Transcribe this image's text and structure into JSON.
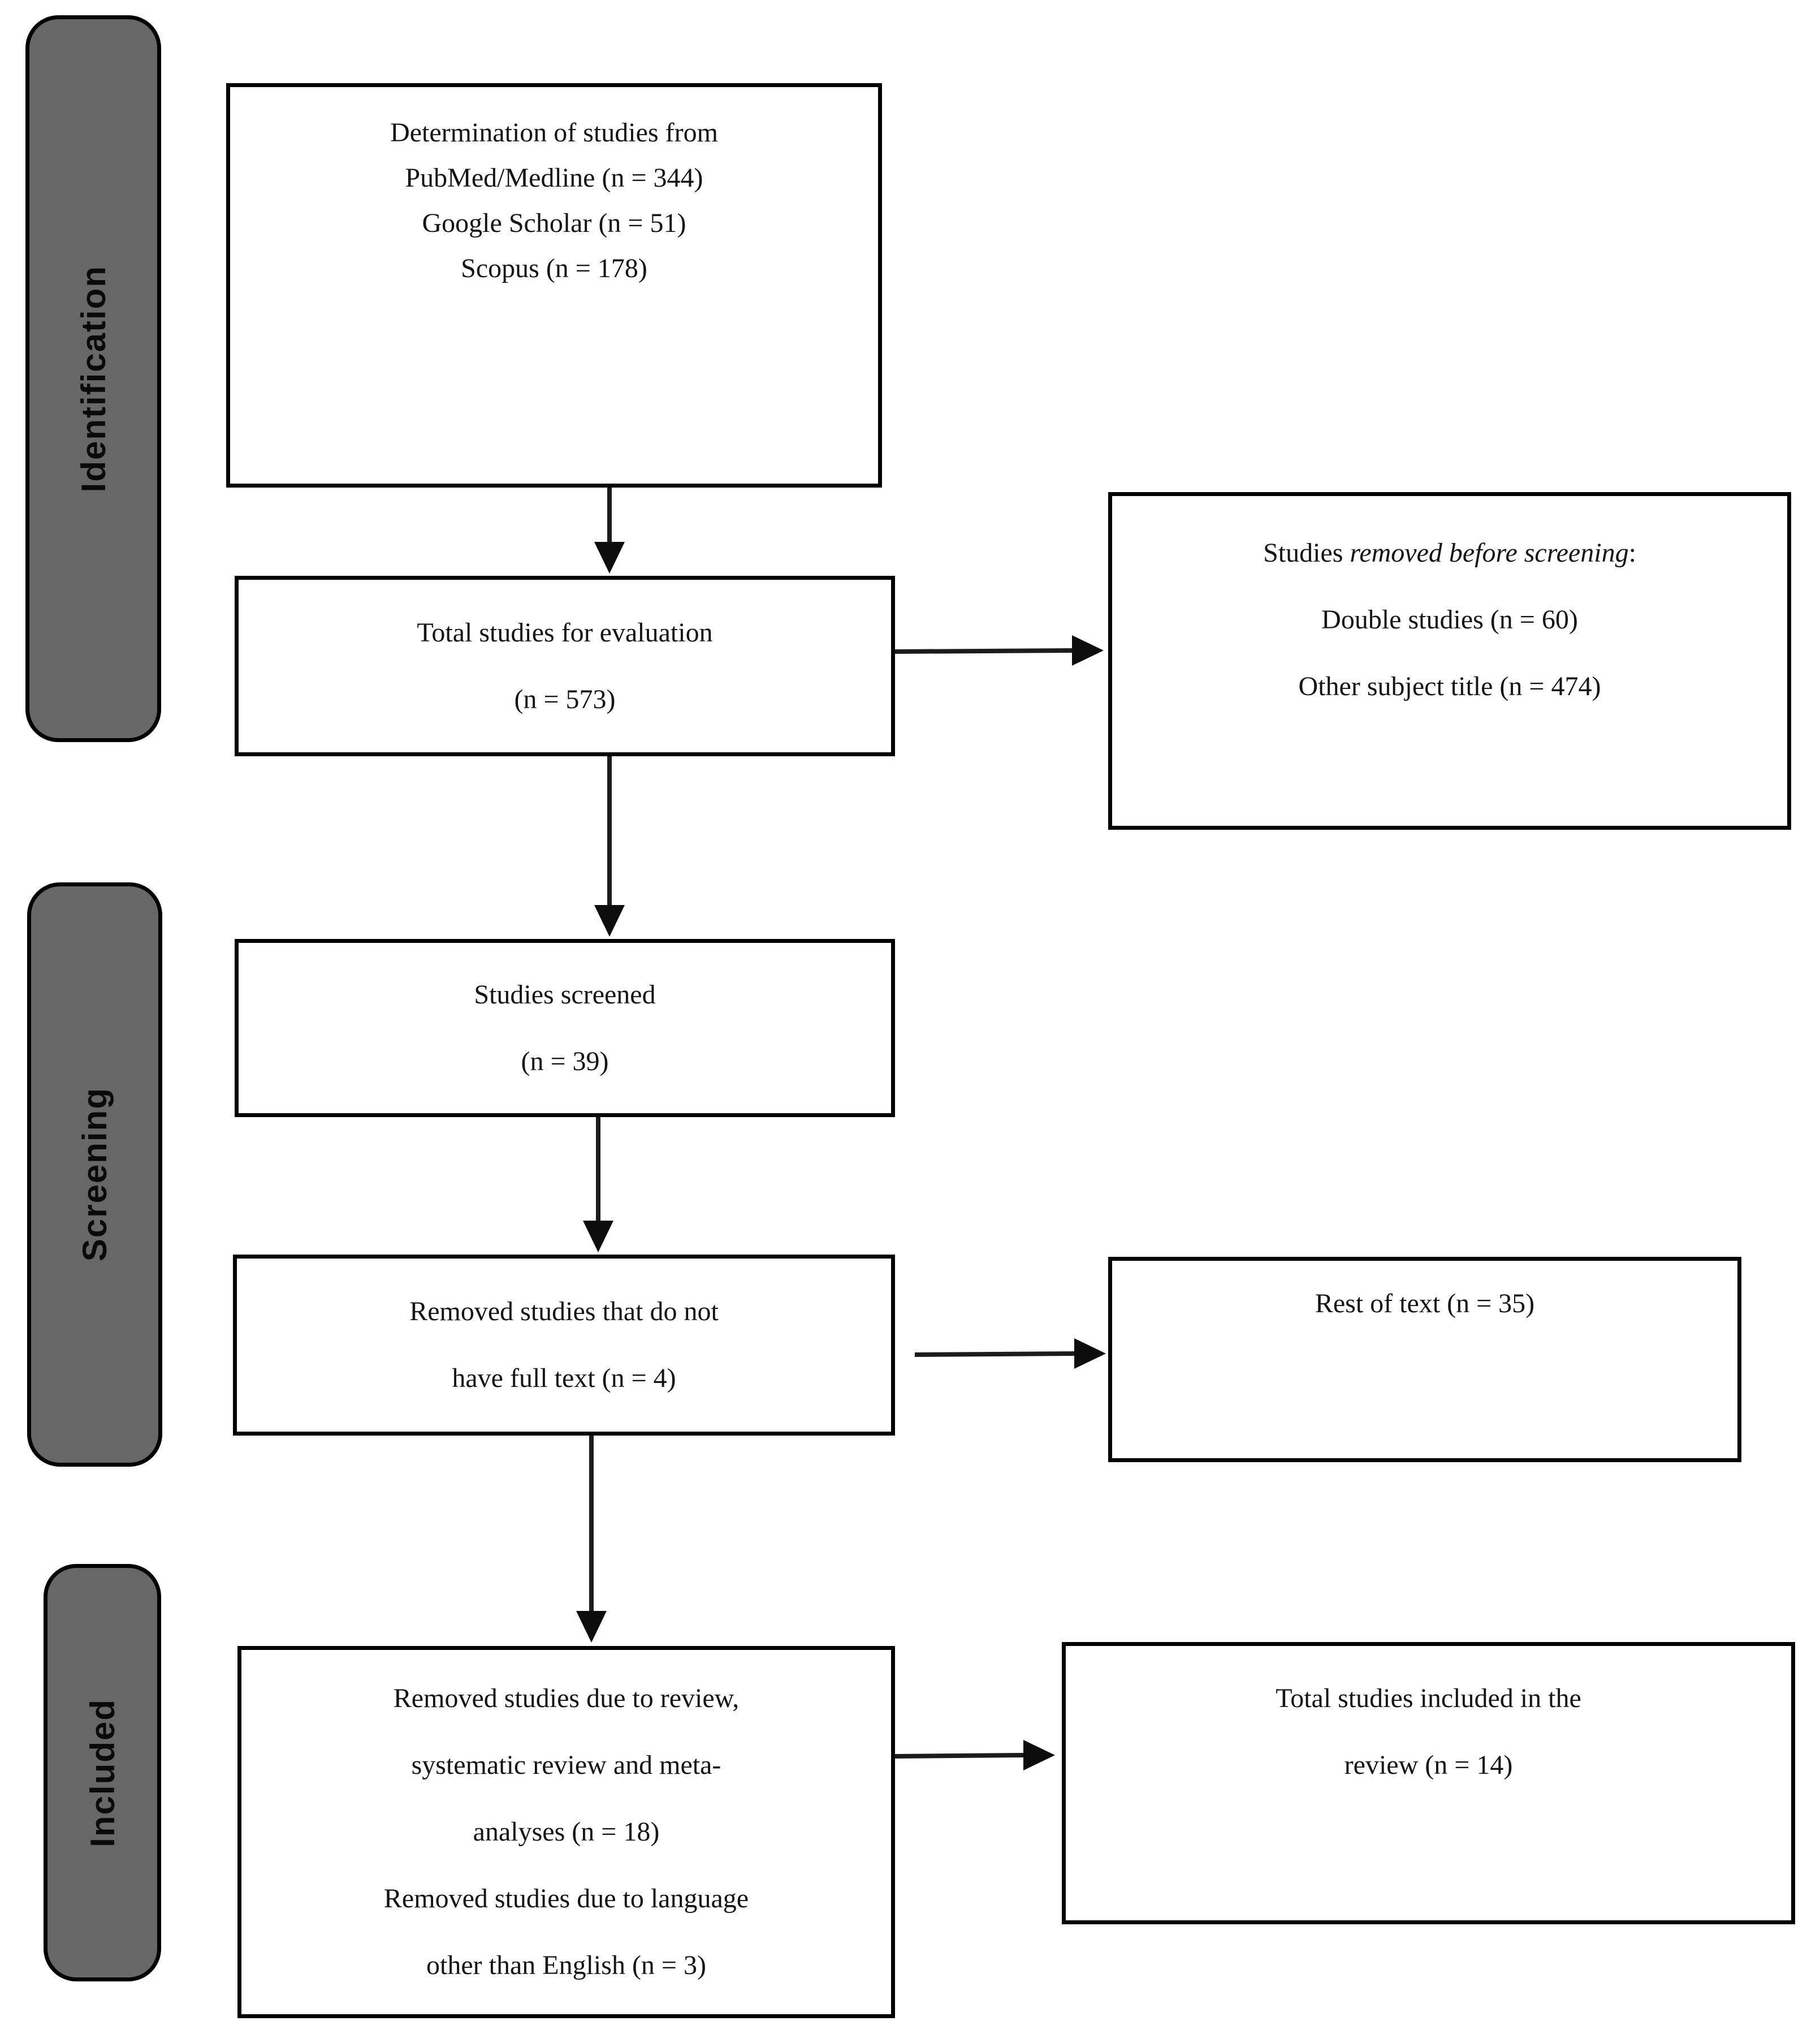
{
  "figure": {
    "title": "PRISMA-style study selection flow diagram"
  },
  "palette": {
    "background": "#ffffff",
    "box_fill": "#ffffff",
    "box_border": "#000000",
    "sidebar_fill": "#676767",
    "sidebar_border": "#000000",
    "text": "#141414",
    "arrow": "#0d0d0d"
  },
  "stages": [
    {
      "label": "Identification"
    },
    {
      "label": "Screening"
    },
    {
      "label": "Included"
    }
  ],
  "boxes": {
    "sources": {
      "lines": [
        "Determination of studies from",
        "PubMed/Medline (n = 344)",
        "Google Scholar (n = 51)",
        "Scopus (n = 178)"
      ]
    },
    "evaluation": {
      "lines": [
        "Total studies for evaluation",
        "(n = 573)"
      ]
    },
    "removed_before_screening": {
      "line1": {
        "prefix": "Studies ",
        "italic": "removed before screening",
        "suffix": ":"
      },
      "lines": [
        "Double studies (n = 60)",
        "Other subject title (n = 474)"
      ]
    },
    "screened": {
      "lines": [
        "Studies screened",
        "(n = 39)"
      ]
    },
    "no_fulltext": {
      "lines": [
        "Removed studies that do not",
        "have full text (n = 4)"
      ]
    },
    "rest_of_text": {
      "lines": [
        "Rest of text (n = 35)"
      ]
    },
    "removed_review": {
      "lines": [
        "Removed studies due to review,",
        "systematic review and meta-",
        "analyses (n = 18)",
        "Removed studies due to language",
        "other than English (n = 3)"
      ]
    },
    "included_total": {
      "lines": [
        "Total studies included in the",
        "review (n = 14)"
      ]
    }
  },
  "connections": [
    {
      "from": "sources",
      "to": "evaluation"
    },
    {
      "from": "evaluation",
      "to": "removed_before_screening"
    },
    {
      "from": "evaluation",
      "to": "screened"
    },
    {
      "from": "screened",
      "to": "no_fulltext"
    },
    {
      "from": "no_fulltext",
      "to": "rest_of_text"
    },
    {
      "from": "no_fulltext",
      "to": "removed_review"
    },
    {
      "from": "removed_review",
      "to": "included_total"
    }
  ]
}
